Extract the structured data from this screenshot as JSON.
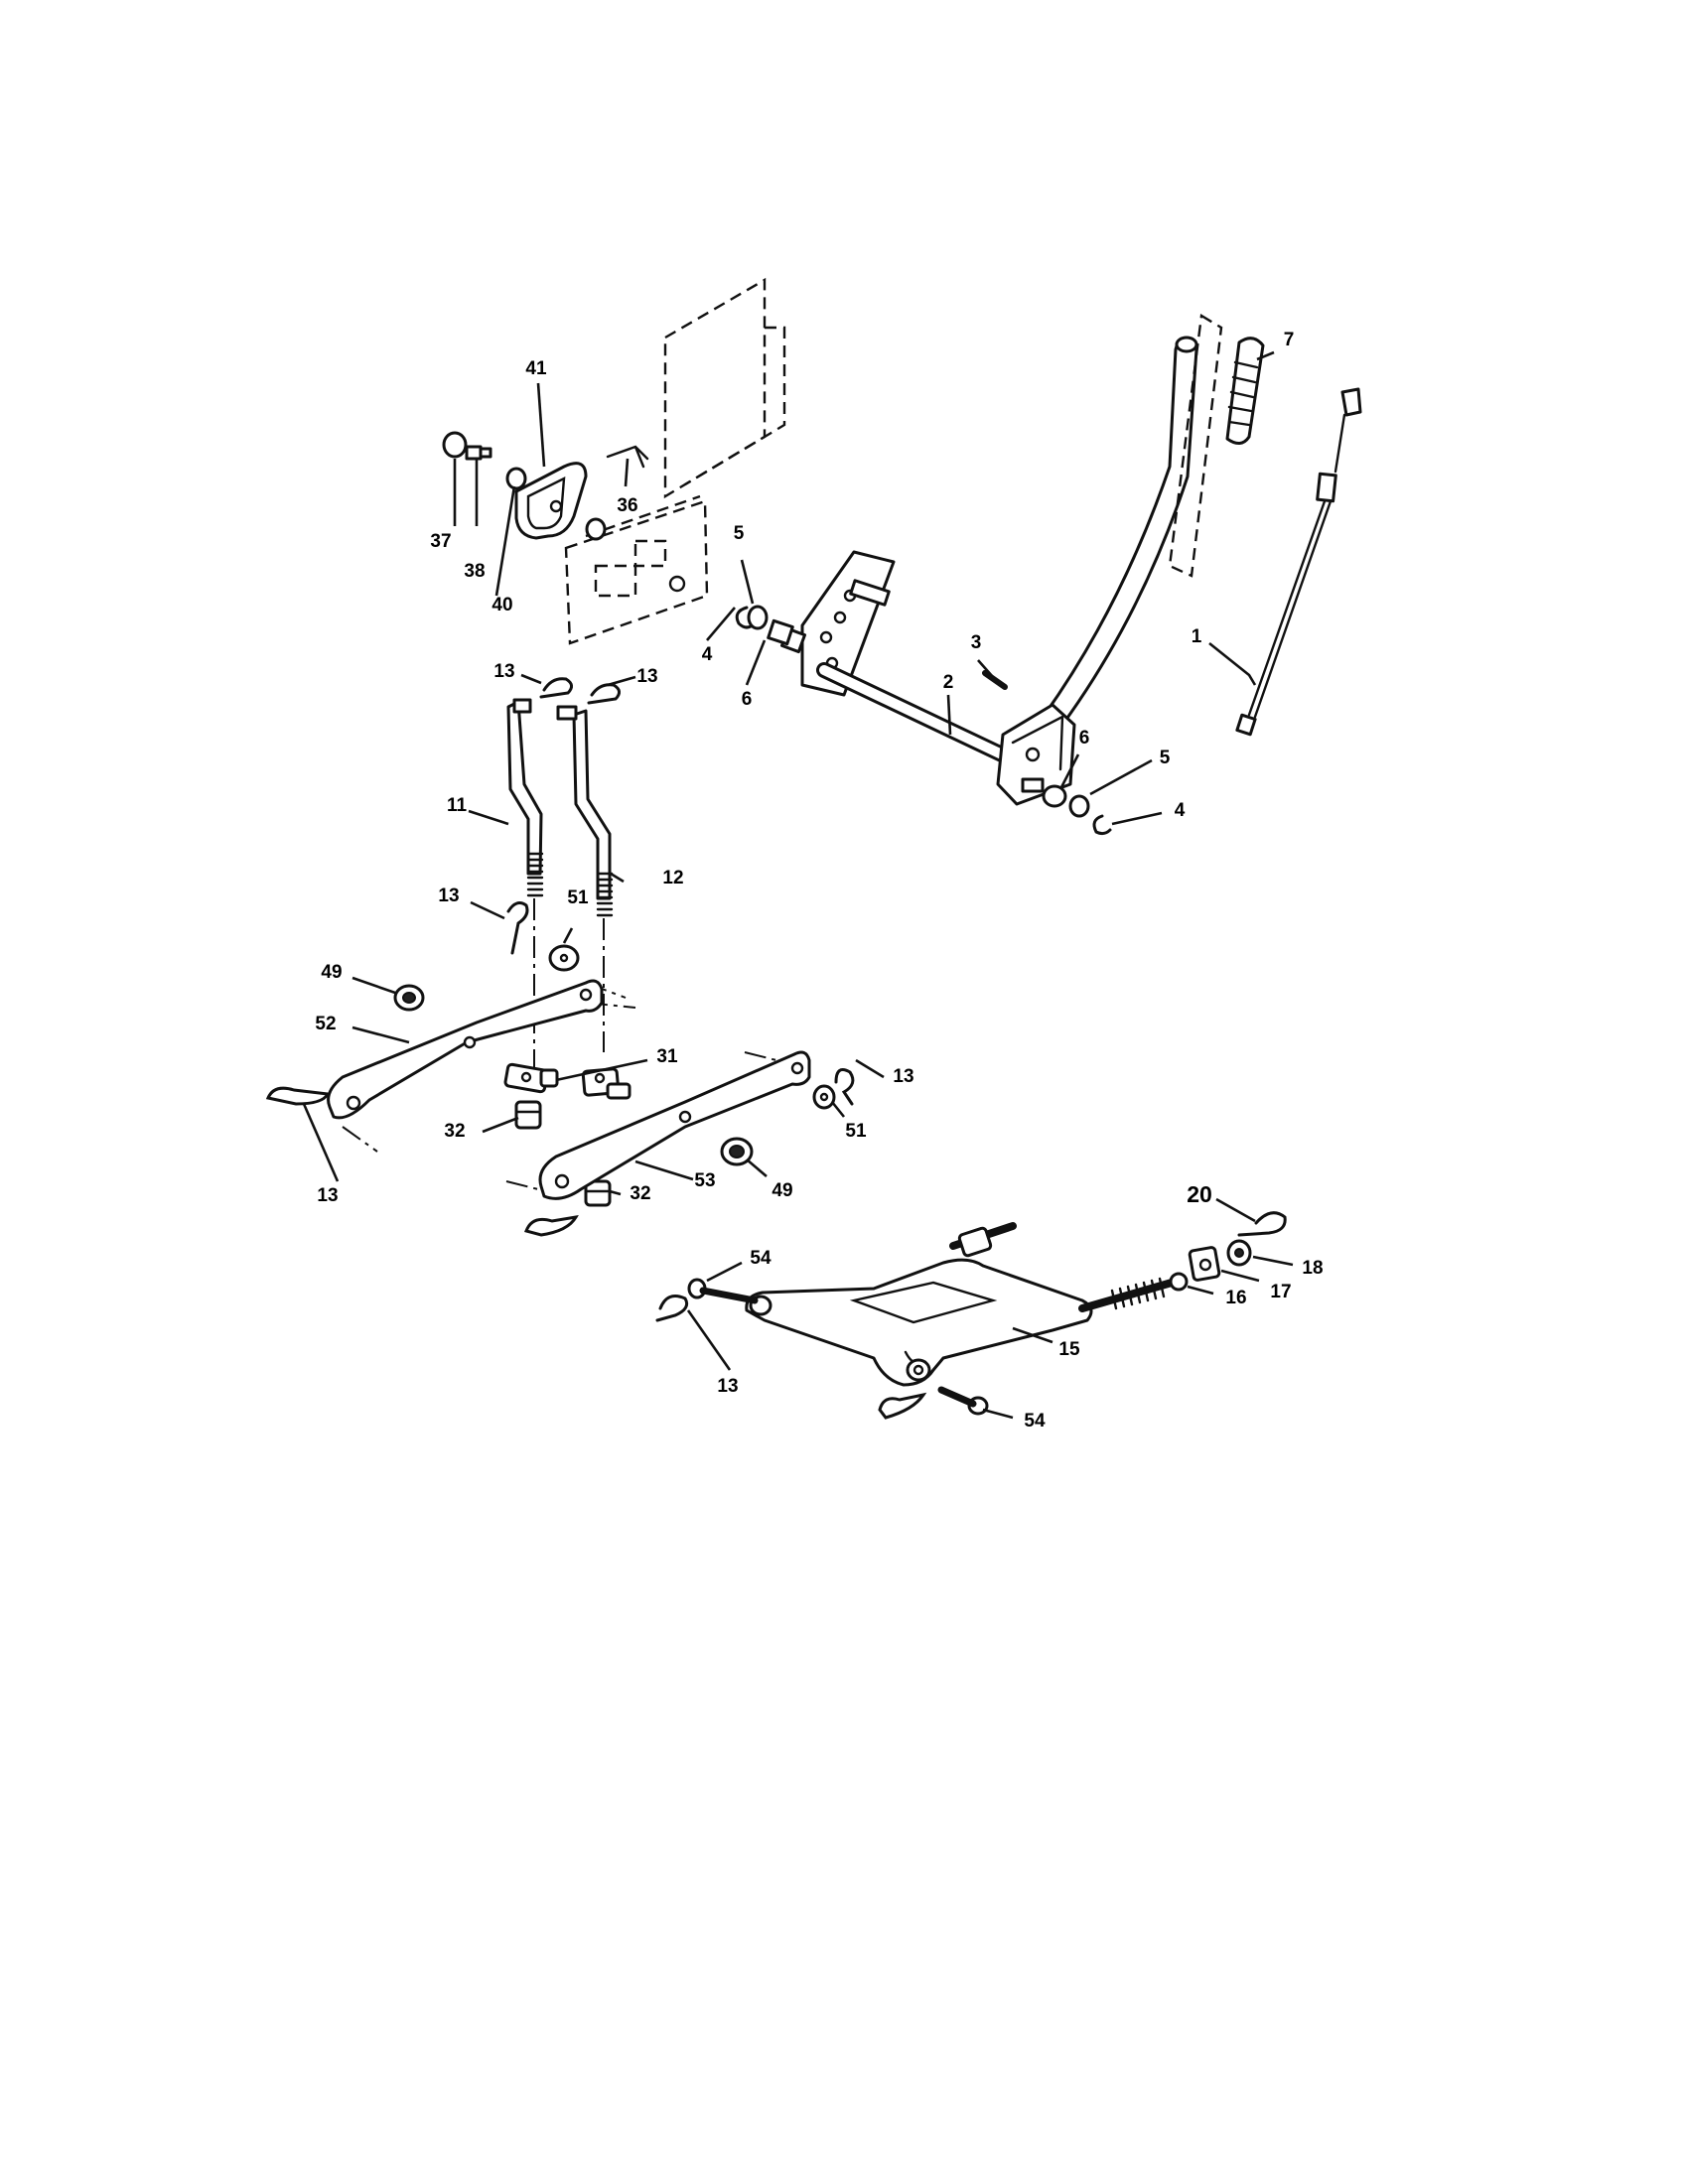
{
  "callouts": {
    "c1": "1",
    "c2": "2",
    "c3": "3",
    "c4a": "4",
    "c4b": "4",
    "c5a": "5",
    "c5b": "5",
    "c6a": "6",
    "c6b": "6",
    "c7": "7",
    "c11": "11",
    "c12": "12",
    "c13a": "13",
    "c13b": "13",
    "c13c": "13",
    "c13d": "13",
    "c13e": "13",
    "c13f": "13",
    "c15": "15",
    "c16": "16",
    "c17": "17",
    "c18": "18",
    "c20": "20",
    "c31": "31",
    "c32a": "32",
    "c32b": "32",
    "c36": "36",
    "c37": "37",
    "c38": "38",
    "c40": "40",
    "c41": "41",
    "c49a": "49",
    "c49b": "49",
    "c51a": "51",
    "c51b": "51",
    "c52": "52",
    "c53": "53",
    "c54a": "54",
    "c54b": "54"
  }
}
